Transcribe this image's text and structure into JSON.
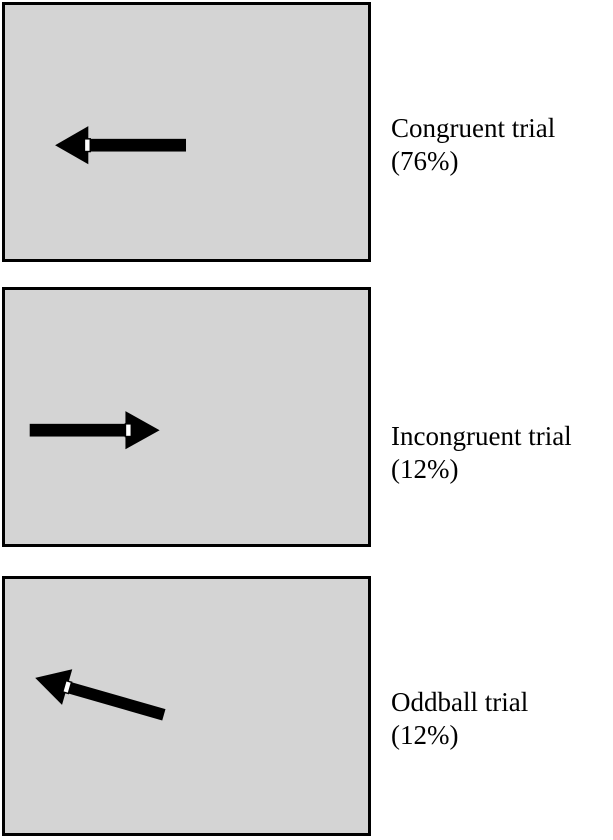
{
  "colors": {
    "panel_background": "#d4d4d4",
    "panel_border": "#000000",
    "arrow": "#000000",
    "marker": "#ffffff"
  },
  "trials": [
    {
      "name": "Congruent trial",
      "percent": "(76%)",
      "arrow_direction": "left",
      "icon": "arrow-left-icon"
    },
    {
      "name": "Incongruent trial",
      "percent": "(12%)",
      "arrow_direction": "right",
      "icon": "arrow-right-icon"
    },
    {
      "name": "Oddball trial",
      "percent": "(12%)",
      "arrow_direction": "up-left",
      "icon": "arrow-up-left-icon"
    }
  ]
}
